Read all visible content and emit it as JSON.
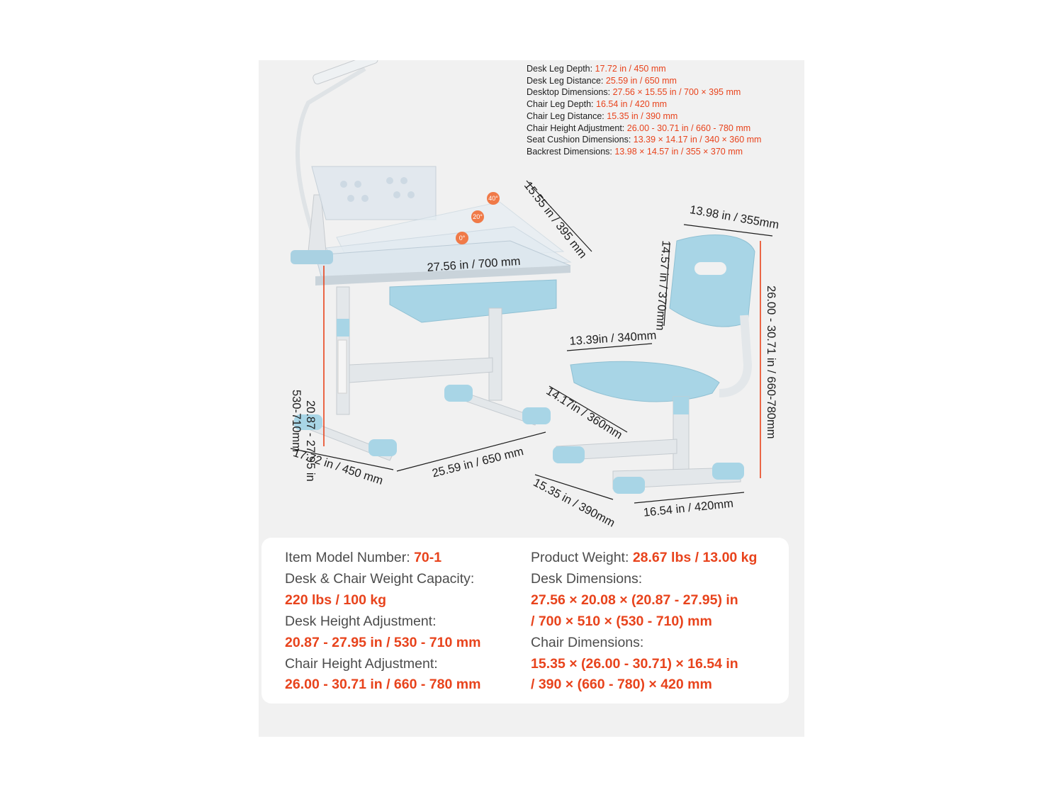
{
  "top_specs": [
    {
      "label": "Desk Leg Depth:",
      "value": "17.72 in / 450 mm"
    },
    {
      "label": "Desk Leg Distance:",
      "value": "25.59 in / 650 mm"
    },
    {
      "label": "Desktop Dimensions:",
      "value": "27.56 × 15.55 in / 700 × 395 mm"
    },
    {
      "label": "Chair Leg Depth:",
      "value": "16.54 in / 420 mm"
    },
    {
      "label": "Chair Leg Distance:",
      "value": "15.35 in / 390 mm"
    },
    {
      "label": "Chair Height Adjustment:",
      "value": "26.00 - 30.71 in / 660 - 780 mm"
    },
    {
      "label": "Seat Cushion Dimensions:",
      "value": "13.39 × 14.17 in / 340 × 360 mm"
    },
    {
      "label": "Backrest Dimensions:",
      "value": "13.98 × 14.57 in / 355 × 370 mm"
    }
  ],
  "dimensions": {
    "desk_width": "27.56 in / 700 mm",
    "desk_depth": "15.55 in / 395 mm",
    "desk_height_in": "20.87 - 27.95 in",
    "desk_height_mm": "530-710mm",
    "desk_leg_depth": "17.72 in / 450 mm",
    "desk_leg_distance": "25.59 in / 650 mm",
    "backrest_width": "13.98 in / 355mm",
    "backrest_height": "14.57 in / 370mm",
    "seat_width": "13.39in / 340mm",
    "seat_depth": "14.17in / 360mm",
    "chair_height": "26.00 - 30.71 in / 660-780mm",
    "chair_leg_distance": "15.35 in / 390mm",
    "chair_leg_depth": "16.54 in / 420mm"
  },
  "angles": [
    "40°",
    "20°",
    "0°"
  ],
  "colors": {
    "accent": "#e8431c",
    "product_blue": "#a8d5e6",
    "frame": "#e3e7ea"
  },
  "card": {
    "left": [
      {
        "label": "Item Model Number:",
        "value": "70-1"
      },
      {
        "label": "Desk & Chair Weight Capacity:"
      },
      {
        "value": "220 lbs / 100 kg"
      },
      {
        "label": "Desk Height Adjustment:"
      },
      {
        "value": "20.87 - 27.95 in / 530 - 710 mm"
      },
      {
        "label": "Chair Height Adjustment:"
      },
      {
        "value": "26.00 - 30.71 in / 660 - 780 mm"
      }
    ],
    "right": [
      {
        "label": "Product Weight:",
        "value": "28.67 lbs / 13.00 kg"
      },
      {
        "label": "Desk Dimensions:"
      },
      {
        "value": "27.56 × 20.08 × (20.87 - 27.95) in"
      },
      {
        "value": "/ 700 × 510 × (530 - 710) mm"
      },
      {
        "label": "Chair Dimensions:"
      },
      {
        "value": "15.35 × (26.00 - 30.71) × 16.54 in"
      },
      {
        "value": "/ 390 × (660 - 780) × 420 mm"
      }
    ]
  }
}
